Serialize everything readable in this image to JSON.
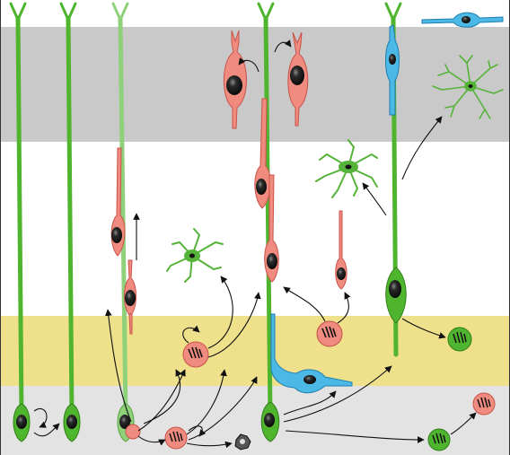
{
  "colors": {
    "layer_top": "#c9c9c9",
    "layer_middle": "#ffffff",
    "layer_yellow": "#efe08c",
    "layer_bottom": "#e3e3e3",
    "radial_glia": "#4fb52e",
    "radial_glia_light": "#8fd07a",
    "neuron": "#f08b7f",
    "neuron_stroke": "#c8534a",
    "astrocyte": "#56b33a",
    "oligodendrocyte": "#4bb8e6",
    "nucleus": "#1c1c1c",
    "arrow": "#111111"
  },
  "icons": [
    "radial-glia-cell",
    "migrating-neuron",
    "intermediate-progenitor",
    "astrocyte",
    "oligodendrocyte",
    "dying-cell",
    "curved-arrow"
  ]
}
